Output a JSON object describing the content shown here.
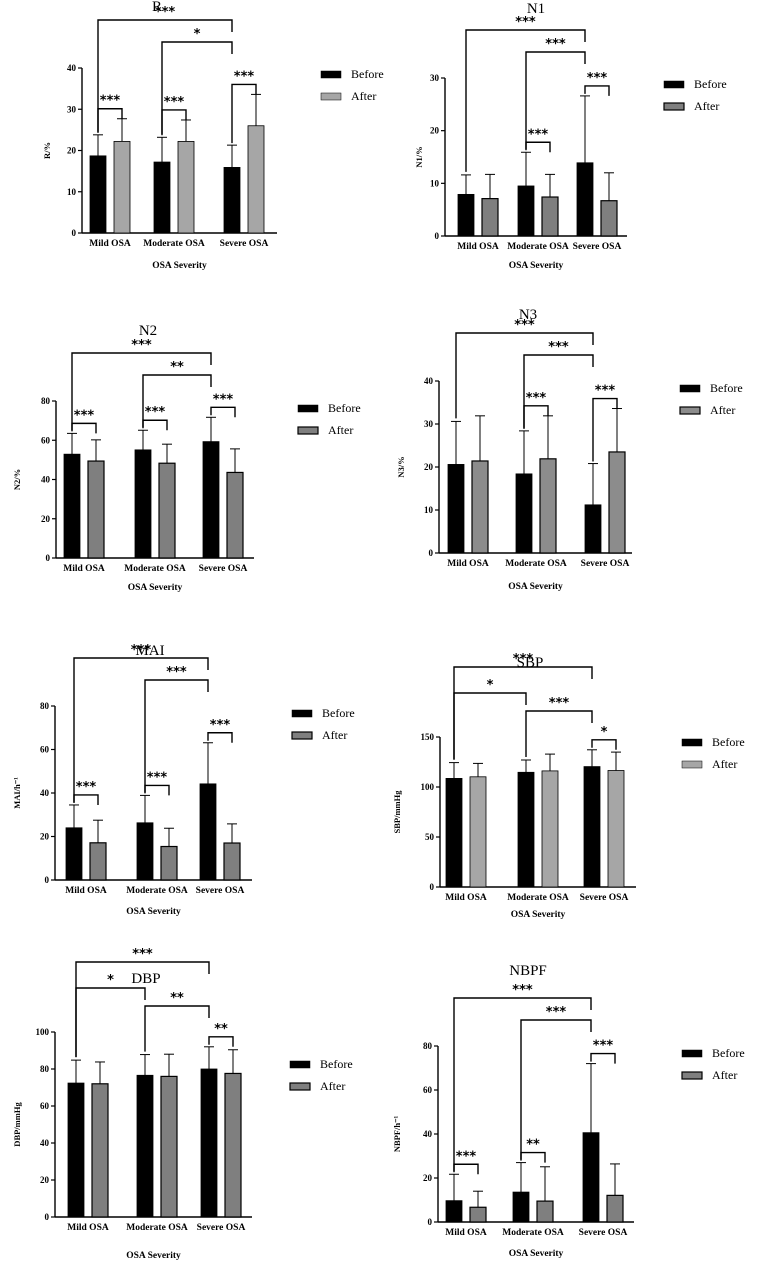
{
  "chart_data": [
    {
      "type": "bar",
      "title": "R",
      "ylabel": "R/%",
      "xlabel": "OSA Severity",
      "ylim": [
        0,
        40
      ],
      "yticks": [
        0,
        10,
        20,
        30,
        40
      ],
      "categories": [
        "Mild OSA",
        "Moderate OSA",
        "Severe OSA"
      ],
      "series": [
        {
          "name": "Before",
          "values": [
            18.7,
            17.2,
            15.9
          ],
          "errors": [
            5.1,
            6.0,
            5.4
          ],
          "color": "#000000"
        },
        {
          "name": "After",
          "values": [
            22.2,
            22.2,
            26.0
          ],
          "errors": [
            5.5,
            5.2,
            7.6
          ],
          "color": "#a6a6a6"
        }
      ],
      "significance": [
        {
          "from": [
            "Mild OSA",
            "Before"
          ],
          "to": [
            "Severe OSA",
            "Before"
          ],
          "label": "***"
        },
        {
          "from": [
            "Moderate OSA",
            "Before"
          ],
          "to": [
            "Severe OSA",
            "Before"
          ],
          "label": "*"
        },
        {
          "from": [
            "Mild OSA",
            "Before"
          ],
          "to": [
            "Mild OSA",
            "After"
          ],
          "label": "***"
        },
        {
          "from": [
            "Moderate OSA",
            "Before"
          ],
          "to": [
            "Moderate OSA",
            "After"
          ],
          "label": "***"
        },
        {
          "from": [
            "Severe OSA",
            "Before"
          ],
          "to": [
            "Severe OSA",
            "After"
          ],
          "label": "***"
        }
      ]
    },
    {
      "type": "bar",
      "title": "N1",
      "ylabel": "N1/%",
      "xlabel": "OSA Severity",
      "ylim": [
        0,
        30
      ],
      "yticks": [
        0,
        10,
        20,
        30
      ],
      "categories": [
        "Mild OSA",
        "Moderate OSA",
        "Severe OSA"
      ],
      "series": [
        {
          "name": "Before",
          "values": [
            7.9,
            9.5,
            13.9
          ],
          "errors": [
            3.7,
            6.4,
            12.7
          ],
          "color": "#000000"
        },
        {
          "name": "After",
          "values": [
            7.1,
            7.4,
            6.7
          ],
          "errors": [
            4.6,
            4.3,
            5.3
          ],
          "color": "#7f7f7f"
        }
      ],
      "significance": [
        {
          "from": [
            "Mild OSA",
            "Before"
          ],
          "to": [
            "Severe OSA",
            "Before"
          ],
          "label": "***"
        },
        {
          "from": [
            "Moderate OSA",
            "Before"
          ],
          "to": [
            "Severe OSA",
            "Before"
          ],
          "label": "***"
        },
        {
          "from": [
            "Moderate OSA",
            "Before"
          ],
          "to": [
            "Moderate OSA",
            "After"
          ],
          "label": "***"
        },
        {
          "from": [
            "Severe OSA",
            "Before"
          ],
          "to": [
            "Severe OSA",
            "After"
          ],
          "label": "***"
        }
      ]
    },
    {
      "type": "bar",
      "title": "N2",
      "ylabel": "N2/%",
      "xlabel": "OSA Severity",
      "ylim": [
        0,
        80
      ],
      "yticks": [
        0,
        20,
        40,
        60,
        80
      ],
      "categories": [
        "Mild OSA",
        "Moderate OSA",
        "Severe OSA"
      ],
      "series": [
        {
          "name": "Before",
          "values": [
            52.9,
            55.1,
            59.3
          ],
          "errors": [
            10.6,
            10.0,
            12.4
          ],
          "color": "#000000"
        },
        {
          "name": "After",
          "values": [
            49.4,
            48.3,
            43.6
          ],
          "errors": [
            10.8,
            9.7,
            12.0
          ],
          "color": "#7f7f7f"
        }
      ],
      "significance": [
        {
          "from": [
            "Mild OSA",
            "Before"
          ],
          "to": [
            "Severe OSA",
            "Before"
          ],
          "label": "***"
        },
        {
          "from": [
            "Moderate OSA",
            "Before"
          ],
          "to": [
            "Severe OSA",
            "Before"
          ],
          "label": "**"
        },
        {
          "from": [
            "Mild OSA",
            "Before"
          ],
          "to": [
            "Mild OSA",
            "After"
          ],
          "label": "***"
        },
        {
          "from": [
            "Moderate OSA",
            "Before"
          ],
          "to": [
            "Moderate OSA",
            "After"
          ],
          "label": "***"
        },
        {
          "from": [
            "Severe OSA",
            "Before"
          ],
          "to": [
            "Severe OSA",
            "After"
          ],
          "label": "***"
        }
      ]
    },
    {
      "type": "bar",
      "title": "N3",
      "ylabel": "N3/%",
      "xlabel": "OSA Severity",
      "ylim": [
        0,
        40
      ],
      "yticks": [
        0,
        10,
        20,
        30,
        40
      ],
      "categories": [
        "Mild OSA",
        "Moderate OSA",
        "Severe OSA"
      ],
      "series": [
        {
          "name": "Before",
          "values": [
            20.6,
            18.4,
            11.2
          ],
          "errors": [
            10.0,
            10.0,
            9.6
          ],
          "color": "#000000"
        },
        {
          "name": "After",
          "values": [
            21.4,
            21.9,
            23.5
          ],
          "errors": [
            10.5,
            10.0,
            10.1
          ],
          "color": "#8c8c8c"
        }
      ],
      "significance": [
        {
          "from": [
            "Mild OSA",
            "Before"
          ],
          "to": [
            "Severe OSA",
            "Before"
          ],
          "label": "***"
        },
        {
          "from": [
            "Moderate OSA",
            "Before"
          ],
          "to": [
            "Severe OSA",
            "Before"
          ],
          "label": "***"
        },
        {
          "from": [
            "Moderate OSA",
            "Before"
          ],
          "to": [
            "Moderate OSA",
            "After"
          ],
          "label": "***"
        },
        {
          "from": [
            "Severe OSA",
            "Before"
          ],
          "to": [
            "Severe OSA",
            "After"
          ],
          "label": "***"
        }
      ]
    },
    {
      "type": "bar",
      "title": "MAI",
      "ylabel": "MAI/h⁻¹",
      "xlabel": "OSA Severity",
      "ylim": [
        0,
        80
      ],
      "yticks": [
        0,
        20,
        40,
        60,
        80
      ],
      "categories": [
        "Mild OSA",
        "Moderate OSA",
        "Severe OSA"
      ],
      "series": [
        {
          "name": "Before",
          "values": [
            24.0,
            26.3,
            44.2
          ],
          "errors": [
            10.5,
            12.6,
            18.9
          ],
          "color": "#000000"
        },
        {
          "name": "After",
          "values": [
            17.1,
            15.4,
            17.0
          ],
          "errors": [
            10.4,
            8.4,
            8.8
          ],
          "color": "#7f7f7f"
        }
      ],
      "significance": [
        {
          "from": [
            "Mild OSA",
            "Before"
          ],
          "to": [
            "Severe OSA",
            "Before"
          ],
          "label": "***"
        },
        {
          "from": [
            "Moderate OSA",
            "Before"
          ],
          "to": [
            "Severe OSA",
            "Before"
          ],
          "label": "***"
        },
        {
          "from": [
            "Mild OSA",
            "Before"
          ],
          "to": [
            "Mild OSA",
            "After"
          ],
          "label": "***"
        },
        {
          "from": [
            "Moderate OSA",
            "Before"
          ],
          "to": [
            "Moderate OSA",
            "After"
          ],
          "label": "***"
        },
        {
          "from": [
            "Severe OSA",
            "Before"
          ],
          "to": [
            "Severe OSA",
            "After"
          ],
          "label": "***"
        }
      ]
    },
    {
      "type": "bar",
      "title": "SBP",
      "ylabel": "SBP/mmHg",
      "xlabel": "OSA Severity",
      "ylim": [
        0,
        150
      ],
      "yticks": [
        0,
        50,
        100,
        150
      ],
      "categories": [
        "Mild OSA",
        "Moderate OSA",
        "Severe OSA"
      ],
      "series": [
        {
          "name": "Before",
          "values": [
            108.6,
            114.7,
            120.4
          ],
          "errors": [
            15.8,
            12.3,
            16.8
          ],
          "color": "#000000"
        },
        {
          "name": "After",
          "values": [
            110.2,
            116.1,
            116.5
          ],
          "errors": [
            13.4,
            16.8,
            18.4
          ],
          "color": "#a6a6a6"
        }
      ],
      "significance": [
        {
          "from": [
            "Mild OSA",
            "Before"
          ],
          "to": [
            "Severe OSA",
            "Before"
          ],
          "label": "***"
        },
        {
          "from": [
            "Moderate OSA",
            "Before"
          ],
          "to": [
            "Severe OSA",
            "Before"
          ],
          "label": "***"
        },
        {
          "from": [
            "Mild OSA",
            "Before"
          ],
          "to": [
            "Moderate OSA",
            "Before"
          ],
          "label": "*"
        },
        {
          "from": [
            "Severe OSA",
            "Before"
          ],
          "to": [
            "Severe OSA",
            "After"
          ],
          "label": "*"
        }
      ]
    },
    {
      "type": "bar",
      "title": "DBP",
      "ylabel": "DBP/mmHg",
      "xlabel": "OSA Severity",
      "ylim": [
        0,
        100
      ],
      "yticks": [
        0,
        20,
        40,
        60,
        80,
        100
      ],
      "categories": [
        "Mild OSA",
        "Moderate OSA",
        "Severe OSA"
      ],
      "series": [
        {
          "name": "Before",
          "values": [
            72.4,
            76.6,
            80.0
          ],
          "errors": [
            12.4,
            11.2,
            12.0
          ],
          "color": "#000000"
        },
        {
          "name": "After",
          "values": [
            72.0,
            76.0,
            77.6
          ],
          "errors": [
            11.8,
            12.0,
            12.8
          ],
          "color": "#7f7f7f"
        }
      ],
      "significance": [
        {
          "from": [
            "Mild OSA",
            "Before"
          ],
          "to": [
            "Severe OSA",
            "Before"
          ],
          "label": "***"
        },
        {
          "from": [
            "Moderate OSA",
            "Before"
          ],
          "to": [
            "Severe OSA",
            "Before"
          ],
          "label": "**"
        },
        {
          "from": [
            "Mild OSA",
            "Before"
          ],
          "to": [
            "Moderate OSA",
            "Before"
          ],
          "label": "*"
        },
        {
          "from": [
            "Severe OSA",
            "Before"
          ],
          "to": [
            "Severe OSA",
            "After"
          ],
          "label": "**"
        }
      ]
    },
    {
      "type": "bar",
      "title": "NBPF",
      "ylabel": "NBPF/h⁻¹",
      "xlabel": "OSA Severity",
      "ylim": [
        0,
        80
      ],
      "yticks": [
        0,
        20,
        40,
        60,
        80
      ],
      "categories": [
        "Mild OSA",
        "Moderate OSA",
        "Severe OSA"
      ],
      "series": [
        {
          "name": "Before",
          "values": [
            9.7,
            13.6,
            40.6
          ],
          "errors": [
            12.0,
            13.4,
            31.4
          ],
          "color": "#000000"
        },
        {
          "name": "After",
          "values": [
            6.7,
            9.5,
            12.1
          ],
          "errors": [
            7.3,
            15.6,
            14.3
          ],
          "color": "#7f7f7f"
        }
      ],
      "significance": [
        {
          "from": [
            "Mild OSA",
            "Before"
          ],
          "to": [
            "Severe OSA",
            "Before"
          ],
          "label": "***"
        },
        {
          "from": [
            "Moderate OSA",
            "Before"
          ],
          "to": [
            "Severe OSA",
            "Before"
          ],
          "label": "***"
        },
        {
          "from": [
            "Mild OSA",
            "Before"
          ],
          "to": [
            "Mild OSA",
            "After"
          ],
          "label": "***"
        },
        {
          "from": [
            "Moderate OSA",
            "Before"
          ],
          "to": [
            "Moderate OSA",
            "After"
          ],
          "label": "**"
        },
        {
          "from": [
            "Severe OSA",
            "Before"
          ],
          "to": [
            "Severe OSA",
            "After"
          ],
          "label": "***"
        }
      ]
    }
  ]
}
